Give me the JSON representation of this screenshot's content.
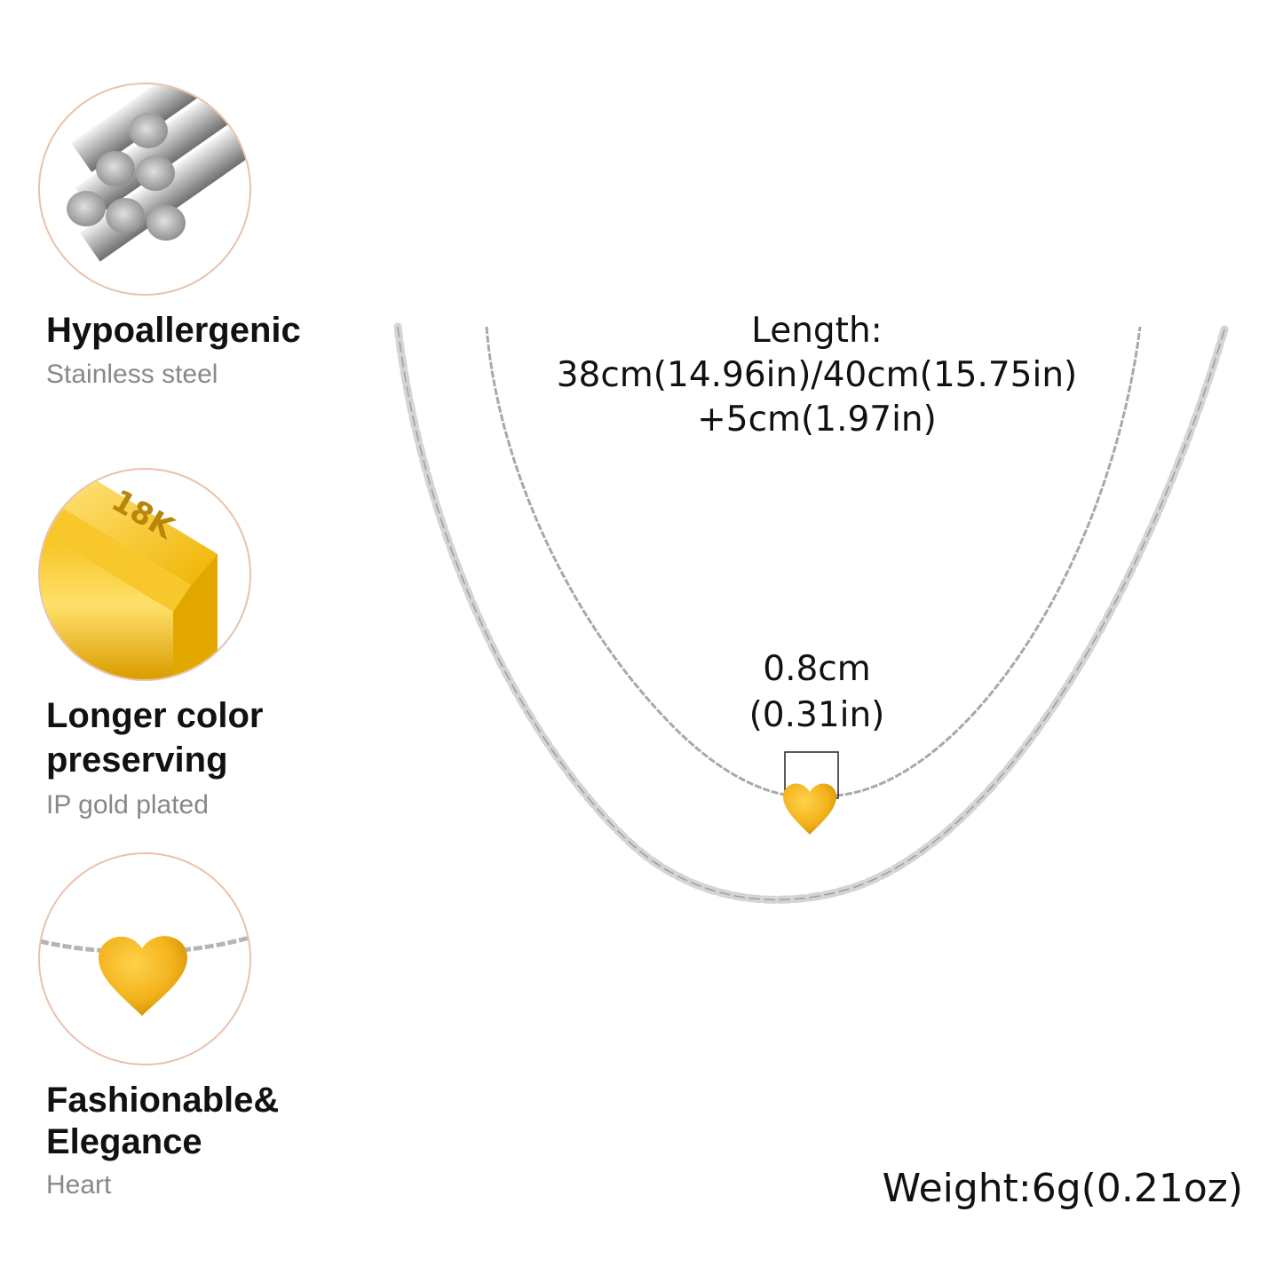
{
  "features": [
    {
      "title": "Hypoallergenic",
      "subtitle": "Stainless steel",
      "icon": "steel-rods-icon"
    },
    {
      "title_line1": "Longer color",
      "title_line2": "preserving",
      "subtitle": "IP gold plated",
      "icon": "gold-bar-icon",
      "bar_mark": "18K"
    },
    {
      "title_line1": "Fashionable&",
      "title_line2": "Elegance",
      "subtitle": "Heart",
      "icon": "heart-pendant-icon"
    }
  ],
  "length": {
    "label": "Length:",
    "line2": "38cm(14.96in)/40cm(15.75in)",
    "line3": "+5cm(1.97in)"
  },
  "pendant_size": {
    "line1": "0.8cm",
    "line2": "(0.31in)"
  },
  "weight": "Weight:6g(0.21oz)",
  "colors": {
    "accent_ring": "#e8c2ab",
    "gold": "#f2b21b",
    "silver": "#c9c9c9",
    "subtitle_gray": "#888888"
  }
}
